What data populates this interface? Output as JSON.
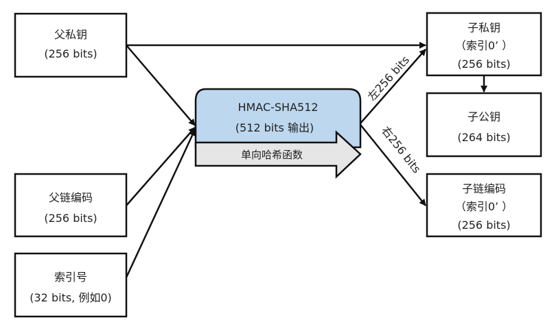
{
  "inputs": {
    "parent_private_key": {
      "title": "父私钥",
      "bits": "(256 bits)"
    },
    "parent_chain_code": {
      "title": "父链编码",
      "bits": "(256 bits)"
    },
    "index": {
      "title": "索引号",
      "bits": "(32 bits, 例如0)"
    }
  },
  "hmac": {
    "title": "HMAC-SHA512",
    "output": "(512 bits 输出)",
    "arrow_label": "单向哈希函数"
  },
  "edge_labels": {
    "left": "左256 bits",
    "right": "右256 bits"
  },
  "outputs": {
    "child_private_key": {
      "title": "子私钥",
      "index": "（索引0’ ）",
      "bits": "(256 bits)"
    },
    "child_public_key": {
      "title": "子公钥",
      "bits": "(264 bits)"
    },
    "child_chain_code": {
      "title": "子链编码",
      "index": "（索引0’ ）",
      "bits": "(256 bits)"
    }
  },
  "colors": {
    "hmac_fill": "#bcd7ee",
    "arrow_fill": "#e6e6e6"
  }
}
